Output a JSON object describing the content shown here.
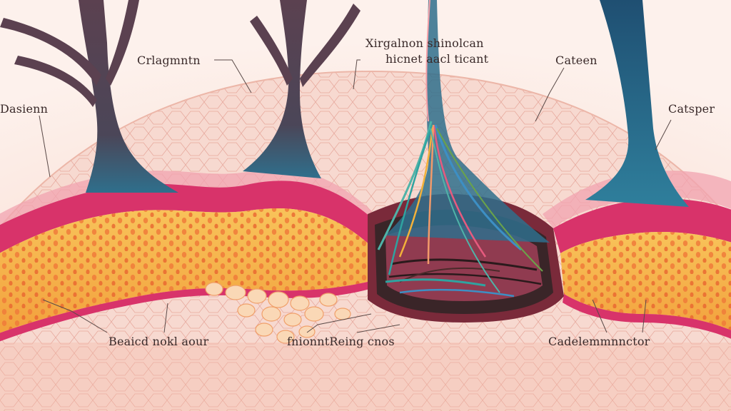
{
  "diagram": {
    "labels": {
      "top_left": "Crlagmntn",
      "top_center_line1": "Xirgalnon shinolcan",
      "top_center_line2": "hicnet aacl ticant",
      "top_right": "Cateen",
      "left": "Dasienn",
      "right": "Catsper",
      "bottom_left": "Beaicd nokl aour",
      "bottom_center": "fnionntReing cnos",
      "bottom_right": "Cadelemmnnctor"
    }
  },
  "colors": {
    "background": "#fbe9e2",
    "dome_fill": "#f6d5cc",
    "membrane_red": "#d8336a",
    "fat_layer": "#f6b247",
    "fat_cells": "#f07c3a",
    "stem_dark": "#5b4150",
    "stem_blue": "#2f6f8c",
    "pit_dark": "#3a2528"
  }
}
